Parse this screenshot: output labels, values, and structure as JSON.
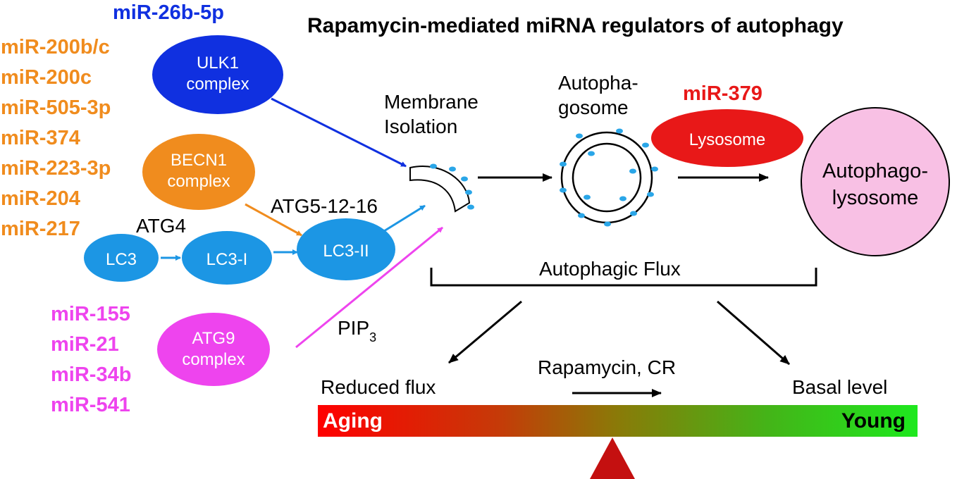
{
  "title": "Rapamycin-mediated miRNA regulators of autophagy",
  "colors": {
    "ulk1": "#1030e0",
    "becn1": "#f08c1e",
    "lc3": "#1c96e4",
    "atg9": "#ee44ee",
    "lysosome": "#e81818",
    "autophagolysosome": "#f8c0e4",
    "dots": "#2aa6e8",
    "triangle": "#c41010"
  },
  "mirna_groups": {
    "ulk1": [
      "miR-26b-5p"
    ],
    "becn1": [
      "miR-200b/c",
      "miR-200c",
      "miR-505-3p",
      "miR-374",
      "miR-223-3p",
      "miR-204",
      "miR-217"
    ],
    "atg9": [
      "miR-155",
      "miR-21",
      "miR-34b",
      "miR-541"
    ],
    "lysosome": [
      "miR-379"
    ]
  },
  "nodes": {
    "ulk1": [
      "ULK1",
      "complex"
    ],
    "becn1": [
      "BECN1",
      "complex"
    ],
    "atg9": [
      "ATG9",
      "complex"
    ],
    "lc3": "LC3",
    "lc3_i": "LC3-I",
    "lc3_ii": "LC3-II",
    "lysosome": "Lysosome",
    "autophagolysosome": [
      "Autophago-",
      "lysosome"
    ]
  },
  "labels": {
    "membrane_isolation": [
      "Membrane",
      "Isolation"
    ],
    "autophagosome": [
      "Autopha-",
      "gosome"
    ],
    "atg4": "ATG4",
    "atg5_12_16": "ATG5-12-16",
    "pip3_base": "PIP",
    "pip3_sub": "3",
    "autophagic_flux": "Autophagic Flux",
    "reduced_flux": "Reduced flux",
    "basal_level": "Basal level",
    "treatment": "Rapamycin, CR"
  },
  "scale": {
    "left": "Aging",
    "right": "Young"
  }
}
